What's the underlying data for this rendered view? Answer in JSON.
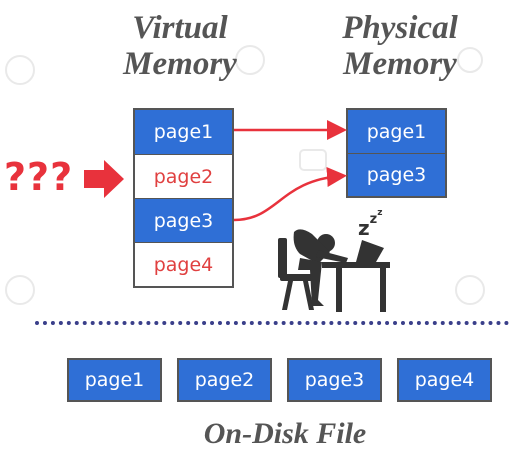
{
  "virtual_memory": {
    "title_line1": "Virtual",
    "title_line2": "Memory",
    "pages": [
      {
        "label": "page1",
        "state": "loaded"
      },
      {
        "label": "page2",
        "state": "missing"
      },
      {
        "label": "page3",
        "state": "loaded"
      },
      {
        "label": "page4",
        "state": "missing"
      }
    ]
  },
  "physical_memory": {
    "title_line1": "Physical",
    "title_line2": "Memory",
    "pages": [
      "page1",
      "page3"
    ]
  },
  "disk": {
    "title": "On-Disk File",
    "pages": [
      "page1",
      "page2",
      "page3",
      "page4"
    ]
  },
  "question_marks": "???",
  "sleep_text": "z",
  "colors": {
    "page_blue": "#2f6fd6",
    "missing_text": "#e04040",
    "arrow_red": "#e8323c",
    "heading_gray": "#555555",
    "dotted_line": "#3a3f8a"
  }
}
